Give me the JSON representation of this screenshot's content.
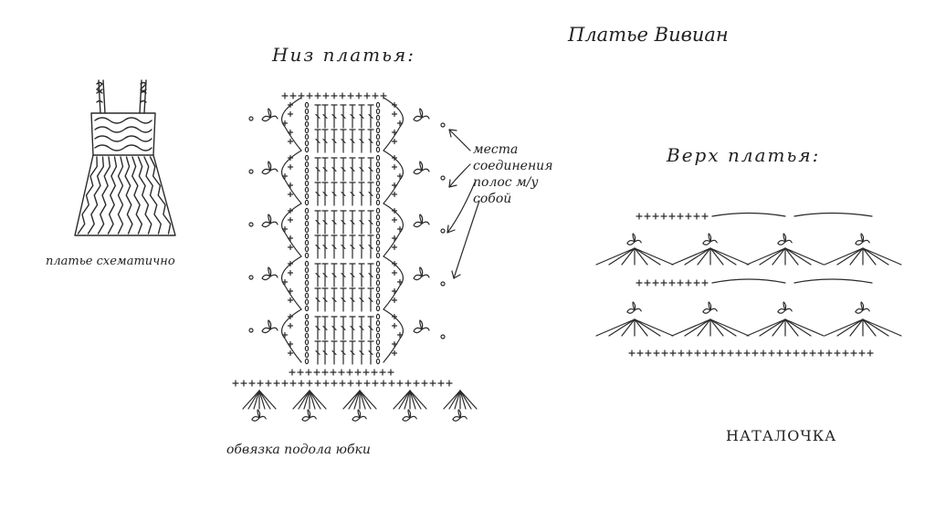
{
  "labels": {
    "title": "Платье Вивиан",
    "bottom_heading": "Низ платья:",
    "top_heading": "Верх платья:",
    "dress_caption": "платье схематично",
    "hem_caption": "обвязка подола юбки",
    "join_note": [
      "места",
      "соединения",
      "полос м/у",
      "собой"
    ],
    "author": "НАТАЛОЧКА"
  },
  "colors": {
    "ink": "#2a2a2a",
    "paper": "#ffffff"
  }
}
